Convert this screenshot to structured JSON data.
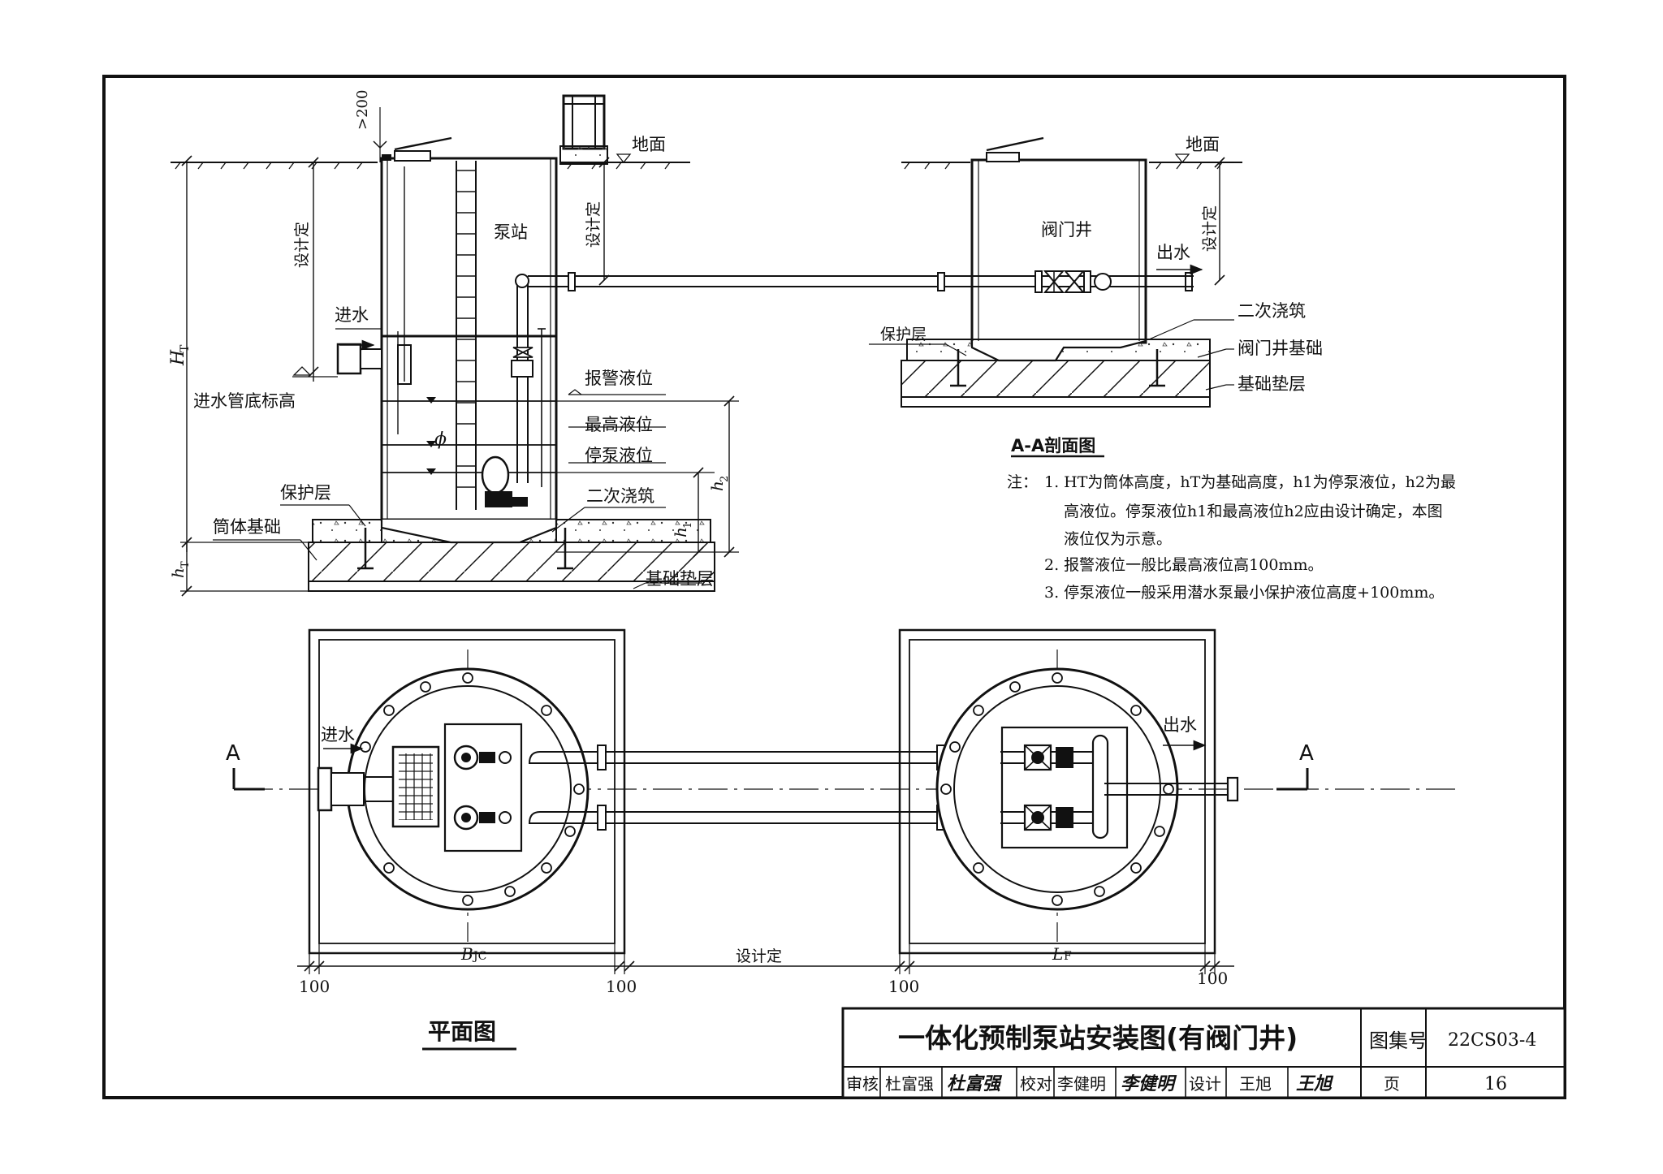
{
  "section_view": {
    "pump_station_label": "泵站",
    "design_determined": "设计定",
    "min_200": ">200",
    "ground": "地面",
    "inlet": "进水",
    "inlet_invert": "进水管底标高",
    "HT": "H",
    "HT_sub": "T",
    "hT": "h",
    "hT_sub": "T",
    "alarm_level": "报警液位",
    "max_level": "最高液位",
    "stop_level": "停泵液位",
    "secondary_pour": "二次浇筑",
    "protective_layer": "保护层",
    "cylinder_foundation": "筒体基础",
    "foundation_cushion": "基础垫层",
    "phi": "ϕ",
    "h1": "h",
    "h1_sub": "1",
    "h2": "h",
    "h2_sub": "2"
  },
  "valve_view": {
    "valve_well_label": "阀门井",
    "ground": "地面",
    "design_determined": "设计定",
    "outlet": "出水",
    "protective_layer": "保护层",
    "secondary_pour": "二次浇筑",
    "valve_well_foundation": "阀门井基础",
    "foundation_cushion": "基础垫层",
    "section_title": "A-A剖面图"
  },
  "notes": {
    "prefix": "注：",
    "line1": "1. HT为筒体高度，hT为基础高度，h1为停泵液位，h2为最",
    "line2": "高液位。停泵液位h1和最高液位h2应由设计确定，本图",
    "line3": "液位仅为示意。",
    "line4": "2. 报警液位一般比最高液位高100mm。",
    "line5": "3. 停泵液位一般采用潜水泵最小保护液位高度+100mm。"
  },
  "plan_view": {
    "section_mark_left": "A",
    "section_mark_right": "A",
    "inlet": "进水",
    "outlet": "出水",
    "bjc": "B",
    "bjc_sub": "JC",
    "design_determined": "设计定",
    "lf": "L",
    "lf_sub": "F",
    "dim_100_a": "100",
    "dim_100_b": "100",
    "dim_100_c": "100",
    "dim_100_d": "100",
    "title": "平面图"
  },
  "title_block": {
    "title": "一体化预制泵站安装图(有阀门井)",
    "atlas_no_label": "图集号",
    "atlas_no": "22CS03-4",
    "review_label": "审核",
    "reviewer": "杜富强",
    "reviewer_sig": "杜富强",
    "check_label": "校对",
    "checker": "李健明",
    "checker_sig": "李健明",
    "design_label": "设计",
    "designer": "王旭",
    "designer_sig": "王旭",
    "page_label": "页",
    "page_no": "16"
  },
  "colors": {
    "ink": "#111111",
    "paper": "#ffffff"
  }
}
